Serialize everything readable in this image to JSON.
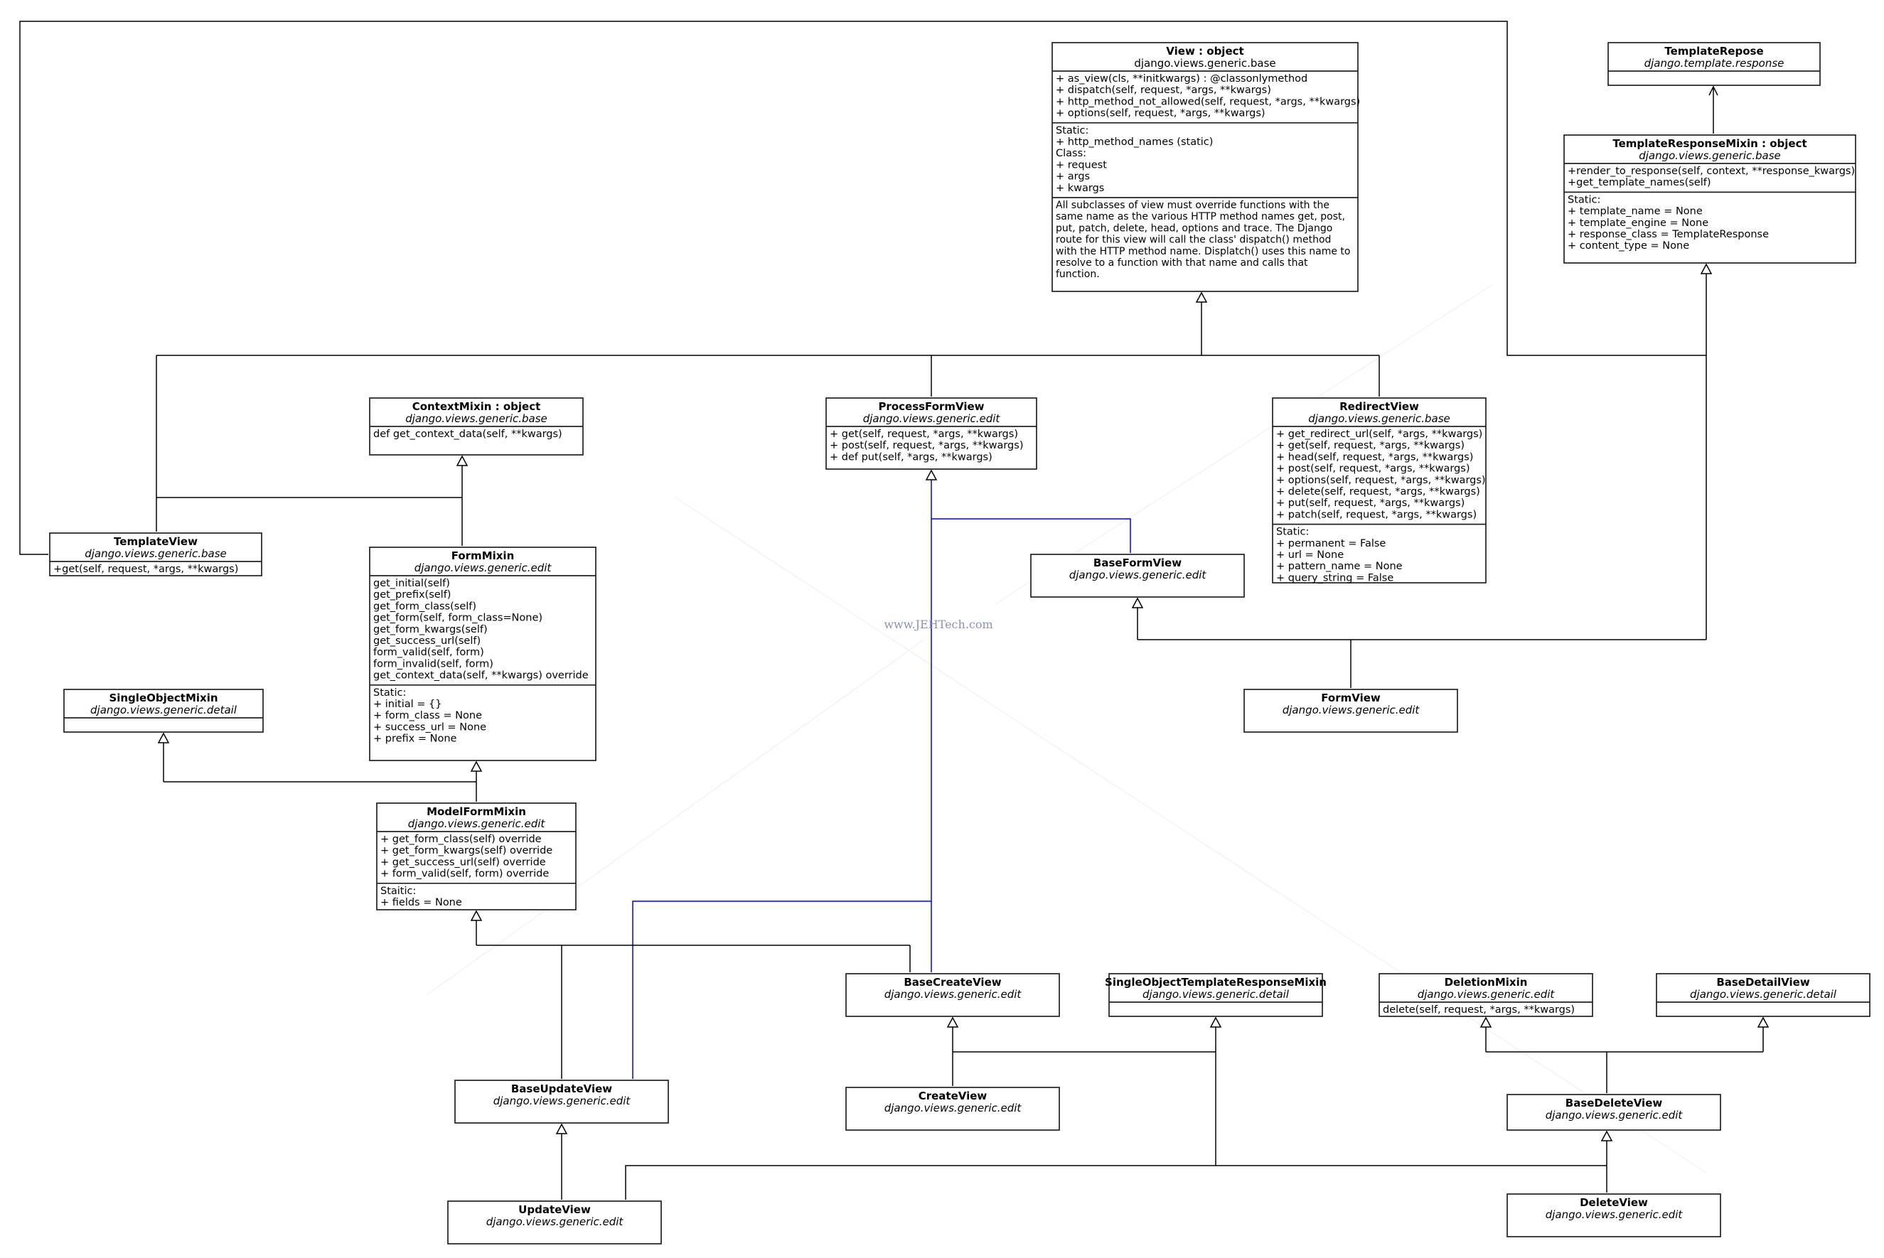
{
  "watermark": "www.JEHTech.com",
  "classes": [
    {
      "id": "view",
      "name": "View : object",
      "package": "django.views.generic.base",
      "package_italic": false,
      "sections": [
        [
          "+ as_view(cls, **initkwargs) : @classonlymethod",
          "+ dispatch(self, request, *args, **kwargs)",
          "+ http_method_not_allowed(self, request, *args, **kwargs)",
          "+ options(self, request, *args, **kwargs)"
        ],
        [
          "Static:",
          "   + http_method_names (static)",
          "Class:",
          "   + request",
          "   + args",
          "   + kwargs"
        ],
        [
          "All subclasses of view must override functions with the",
          "same name as the various HTTP method names get, post,",
          "put, patch, delete, head, options and trace. The Django",
          "route for this view will call the class' dispatch() method",
          "with the HTTP method name. Displatch() uses this name to",
          "resolve to a function with that name and calls that",
          "function."
        ]
      ]
    },
    {
      "id": "templaterepose",
      "name": "TemplateRepose",
      "package": "django.template.response",
      "sections": [
        []
      ]
    },
    {
      "id": "templateresponsemixin",
      "name": "TemplateResponseMixin : object",
      "package": "django.views.generic.base",
      "sections": [
        [
          "+render_to_response(self, context, **response_kwargs)",
          "+get_template_names(self)"
        ],
        [
          "Static:",
          "   + template_name = None",
          "   + template_engine = None",
          "   + response_class = TemplateResponse",
          "   + content_type = None"
        ]
      ]
    },
    {
      "id": "contextmixin",
      "name": "ContextMixin : object",
      "package": "django.views.generic.base",
      "sections": [
        [
          "def get_context_data(self, **kwargs)"
        ]
      ]
    },
    {
      "id": "processformview",
      "name": "ProcessFormView",
      "package": "django.views.generic.edit",
      "sections": [
        [
          "+ get(self, request, *args, **kwargs)",
          "+ post(self, request, *args, **kwargs)",
          "+ def put(self, *args, **kwargs)"
        ]
      ]
    },
    {
      "id": "redirectview",
      "name": "RedirectView",
      "package": "django.views.generic.base",
      "sections": [
        [
          "+ get_redirect_url(self, *args, **kwargs)",
          "+ get(self, request, *args, **kwargs)",
          "+ head(self, request, *args, **kwargs)",
          "+ post(self, request, *args, **kwargs)",
          "+ options(self, request, *args, **kwargs)",
          "+ delete(self, request, *args, **kwargs)",
          "+ put(self, request, *args, **kwargs)",
          "+ patch(self, request, *args, **kwargs)"
        ],
        [
          "Static:",
          "   + permanent = False",
          "   + url = None",
          "   + pattern_name = None",
          "   + query_string = False"
        ]
      ]
    },
    {
      "id": "templateview",
      "name": "TemplateView",
      "package": "django.views.generic.base",
      "sections": [
        [
          "+get(self, request, *args, **kwargs)"
        ]
      ]
    },
    {
      "id": "formmixin",
      "name": "FormMixin",
      "package": "django.views.generic.edit",
      "sections": [
        [
          "get_initial(self)",
          "get_prefix(self)",
          "get_form_class(self)",
          "get_form(self, form_class=None)",
          "get_form_kwargs(self)",
          "get_success_url(self)",
          "form_valid(self, form)",
          "form_invalid(self, form)",
          "get_context_data(self, **kwargs) override"
        ],
        [
          "Static:",
          "   + initial = {}",
          "   + form_class = None",
          "   + success_url = None",
          "   + prefix = None"
        ]
      ]
    },
    {
      "id": "baseformview",
      "name": "BaseFormView",
      "package": "django.views.generic.edit",
      "sections": []
    },
    {
      "id": "singleobjectmixin",
      "name": "SingleObjectMixin",
      "package": "django.views.generic.detail",
      "sections": [
        []
      ]
    },
    {
      "id": "formview",
      "name": "FormView",
      "package": "django.views.generic.edit",
      "sections": []
    },
    {
      "id": "modelformmixin",
      "name": "ModelFormMixin",
      "package": "django.views.generic.edit",
      "sections": [
        [
          "+ get_form_class(self) override",
          "+ get_form_kwargs(self) override",
          "+ get_success_url(self) override",
          "+ form_valid(self, form) override"
        ],
        [
          "Staitic:",
          "   + fields = None"
        ]
      ]
    },
    {
      "id": "basecreateview",
      "name": "BaseCreateView",
      "package": "django.views.generic.edit",
      "sections": []
    },
    {
      "id": "singleobjecttemplateresponsemixin",
      "name": "SingleObjectTemplateResponseMixin",
      "package": "django.views.generic.detail",
      "sections": [
        []
      ]
    },
    {
      "id": "deletionmixin",
      "name": "DeletionMixin",
      "package": "django.views.generic.edit",
      "sections": [
        [
          "delete(self, request, *args, **kwargs)"
        ]
      ]
    },
    {
      "id": "basedetailview",
      "name": "BaseDetailView",
      "package": "django.views.generic.detail",
      "sections": [
        []
      ]
    },
    {
      "id": "baseupdateview",
      "name": "BaseUpdateView",
      "package": "django.views.generic.edit",
      "sections": []
    },
    {
      "id": "createview",
      "name": "CreateView",
      "package": "django.views.generic.edit",
      "sections": []
    },
    {
      "id": "basedeleteview",
      "name": "BaseDeleteView",
      "package": "django.views.generic.edit",
      "sections": []
    },
    {
      "id": "updateview",
      "name": "UpdateView",
      "package": "django.views.generic.edit",
      "sections": []
    },
    {
      "id": "deleteview",
      "name": "DeleteView",
      "package": "django.views.generic.edit",
      "sections": []
    }
  ]
}
